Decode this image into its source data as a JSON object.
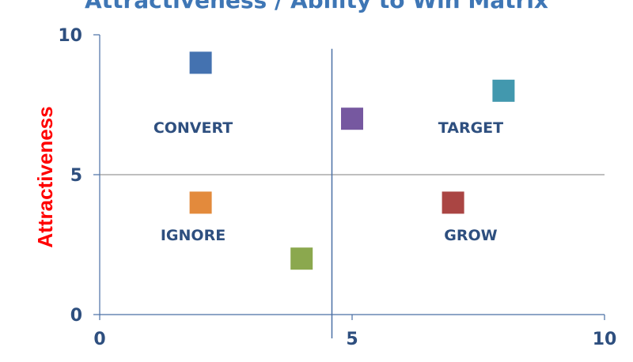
{
  "chart_data": {
    "type": "scatter",
    "title": "Attractiveness / Ability to Win Matrix",
    "xlabel": "",
    "ylabel": "Attractiveness",
    "xlim": [
      0,
      10
    ],
    "ylim": [
      0,
      10
    ],
    "xticks": [
      "0",
      "5",
      "10"
    ],
    "yticks": [
      "0",
      "5",
      "10"
    ],
    "grid": false,
    "quadrant_divider_x": 4.6,
    "quadrant_divider_y": 5,
    "quadrant_labels": [
      {
        "label": "CONVERT",
        "x": 1.85,
        "y": 6.5
      },
      {
        "label": "TARGET",
        "x": 7.35,
        "y": 6.5
      },
      {
        "label": "IGNORE",
        "x": 1.85,
        "y": 2.65
      },
      {
        "label": "GROW",
        "x": 7.35,
        "y": 2.65
      }
    ],
    "points": [
      {
        "x": 2,
        "y": 9,
        "color": "#4472B0"
      },
      {
        "x": 8,
        "y": 8,
        "color": "#4298AE"
      },
      {
        "x": 5,
        "y": 7,
        "color": "#7658A0"
      },
      {
        "x": 2,
        "y": 4,
        "color": "#E38A3C"
      },
      {
        "x": 7,
        "y": 4,
        "color": "#AA4543"
      },
      {
        "x": 4,
        "y": 2,
        "color": "#8BA84E"
      }
    ]
  },
  "colors": {
    "axis": "#4A6FA5",
    "divider": "#7F7F7F",
    "tick_text": "#2E4F7F",
    "title": "#3E76B5",
    "ylabel": "#FF0000"
  }
}
